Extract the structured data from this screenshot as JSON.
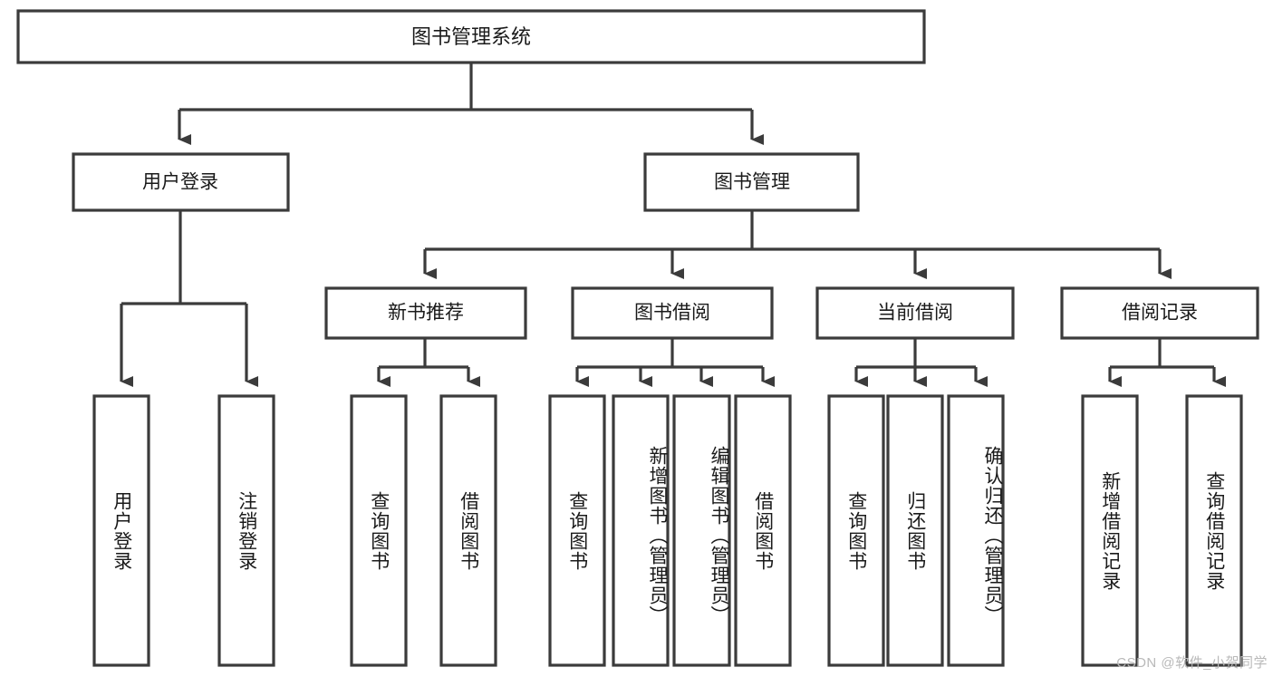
{
  "diagram": {
    "title": "图书管理系统",
    "type": "tree",
    "root": {
      "label": "图书管理系统"
    },
    "level2": [
      {
        "label": "用户登录"
      },
      {
        "label": "图书管理"
      }
    ],
    "level3": [
      {
        "label": "新书推荐"
      },
      {
        "label": "图书借阅"
      },
      {
        "label": "当前借阅"
      },
      {
        "label": "借阅记录"
      }
    ],
    "leaves": [
      {
        "label": "用户登录"
      },
      {
        "label": "注销登录"
      },
      {
        "label": "查询图书"
      },
      {
        "label": "借阅图书"
      },
      {
        "label": "查询图书"
      },
      {
        "label": "新增图书（管理员）"
      },
      {
        "label": "编辑图书（管理员）"
      },
      {
        "label": "借阅图书"
      },
      {
        "label": "查询图书"
      },
      {
        "label": "归还图书"
      },
      {
        "label": "确认归还（管理员）"
      },
      {
        "label": "新增借阅记录"
      },
      {
        "label": "查询借阅记录"
      }
    ]
  },
  "watermark": {
    "text": "CSDN @软件_小贺同学"
  },
  "colors": {
    "stroke": "#3b3b3b",
    "fill": "#ffffff",
    "text": "#1a1a1a",
    "watermark": "#b9b9b9"
  }
}
